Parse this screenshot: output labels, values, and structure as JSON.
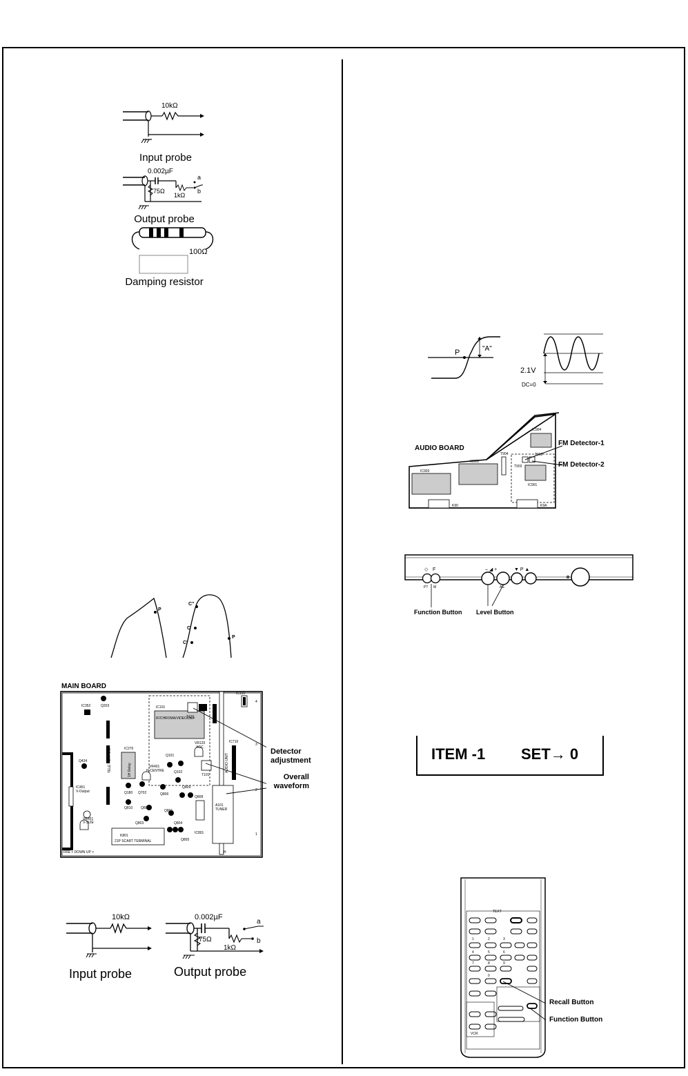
{
  "probes_top": {
    "resistor_10k": "10kΩ",
    "input_caption": "Input probe",
    "cap_value": "0.002µF",
    "r75": "75Ω",
    "r1k": "1kΩ",
    "tap_a": "a",
    "tap_b": "b",
    "output_caption": "Output probe",
    "r100": "100Ω",
    "damping_caption": "Damping resistor"
  },
  "waveforms": {
    "s_curve_point": "P",
    "s_curve_label": "\"A\"",
    "sine_voltage": "2.1V",
    "sine_dc": "DC=0"
  },
  "audio_board": {
    "title": "AUDIO BOARD",
    "ic904": "IC904",
    "ic902": "IC902",
    "ic903": "IC903",
    "ic901": "IC901",
    "t904": "T904",
    "t903": "T903",
    "t902": "T902",
    "k90": "K90",
    "k9a": "K9A",
    "fm1": "FM Detector-1",
    "fm2": "FM Detector-2"
  },
  "front_panel": {
    "pt_label": "PT",
    "m_label": "M",
    "as_label": "AS",
    "p_label": "P",
    "function_button": "Function Button",
    "level_button": "Level Button"
  },
  "response_curves": {
    "p1": "P",
    "c_upper": "C\"",
    "c_mid": "C",
    "c_lower": "C'",
    "p2": "P"
  },
  "main_board": {
    "title": "MAIN BOARD",
    "ic352": "IC352",
    "q203": "Q203",
    "ic101": "IC101",
    "ic101_func": "IF/CHROMA/VIDEO/DEF",
    "t121": "T121",
    "ic191": "IC191",
    "ic270": "IC270",
    "vr120": "VR120",
    "agc": "AGC",
    "q101": "Q101",
    "q102": "Q102",
    "vr401": "VR401",
    "hcentre": "H-CENTRE",
    "t101": "T101",
    "ic710": "IC710",
    "audio_unit": "AUDIO UNIT",
    "tele_text": "TELE TEXT UNIT",
    "q434": "Q434",
    "ic451": "IC451",
    "v_output": "V-Output",
    "q180": "Q180",
    "q702": "Q702",
    "q806": "Q806",
    "q809": "Q809",
    "q808": "Q808",
    "q810": "Q810",
    "q802": "Q802",
    "q803": "Q803",
    "q801": "Q801",
    "q804": "Q804",
    "q805": "Q805",
    "ic801": "IC801",
    "vr451": "VR451",
    "vsize": "V-SIZE",
    "k801": "K801",
    "scart": "21P SCART TERMINAL",
    "a101": "A101",
    "tuner": "TUNER",
    "fh_delay": "1H Delay",
    "bottom_note": "FRE < DOWN UP >",
    "h_mark": "H",
    "col4": "4",
    "col3": "3",
    "col2": "2",
    "col1": "1",
    "detector_adjustment_1": "Detector",
    "detector_adjustment_2": "adjustment",
    "overall_waveform_1": "Overall",
    "overall_waveform_2": "waveform"
  },
  "probes_bottom": {
    "resistor_10k": "10kΩ",
    "cap_value": "0.002µF",
    "r75": "75Ω",
    "r1k": "1kΩ",
    "tap_a": "a",
    "tap_b": "b",
    "input_caption": "Input probe",
    "output_caption": "Output probe"
  },
  "osd_menu": {
    "item": "ITEM -1",
    "set": "SET→ 0"
  },
  "remote": {
    "text_label": "TEXT",
    "recall_button": "Recall Button",
    "function_button": "Function Button",
    "vcr": "VCR"
  }
}
